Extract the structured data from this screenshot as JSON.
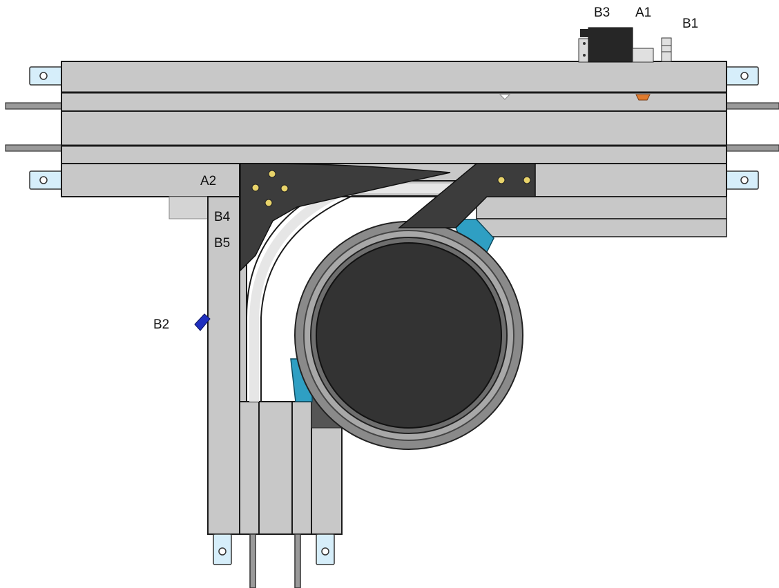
{
  "labels": {
    "b3": "B3",
    "a1": "A1",
    "b1": "B1",
    "a2": "A2",
    "b4": "B4",
    "b5": "B5",
    "b2": "B2"
  },
  "colors": {
    "frame_gray": "#c8c8c8",
    "frame_gray_dark": "#b4b4b4",
    "outline": "#1a1a1a",
    "bracket_dark": "#3c3c3c",
    "wheel_dark": "#333333",
    "wheel_ring": "#6e6e6e",
    "accent_cyan": "#2f9fc3",
    "accent_orange": "#e07a2c",
    "accent_blue": "#1f2fbf",
    "foot_blue": "#d6eefa"
  }
}
